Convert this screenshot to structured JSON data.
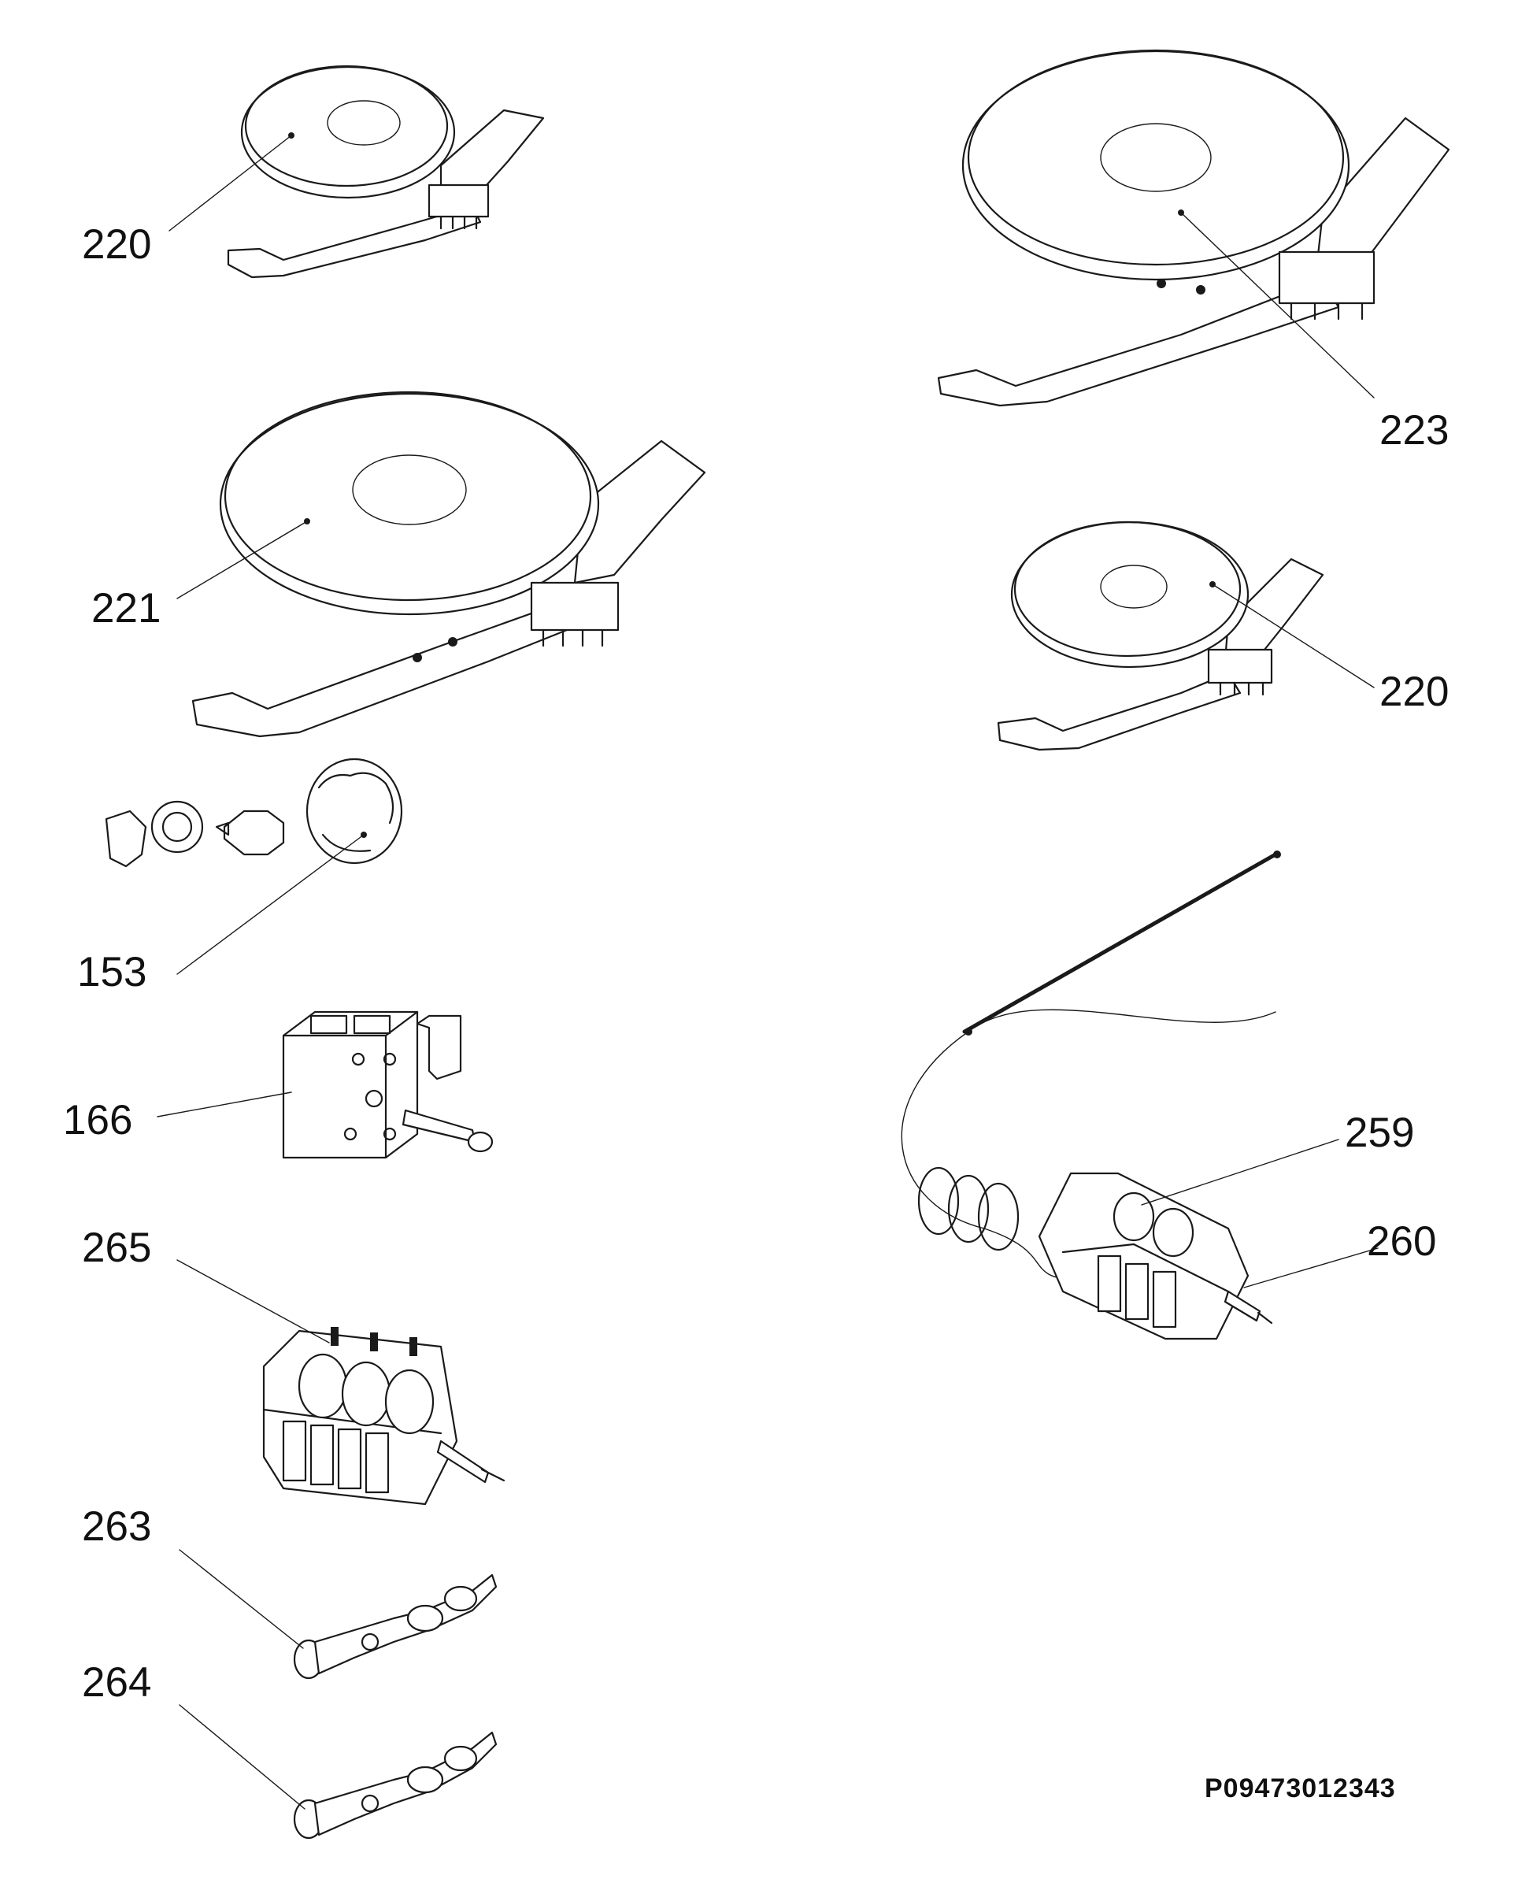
{
  "labels": {
    "l220a": "220",
    "l221": "221",
    "l153": "153",
    "l166": "166",
    "l265": "265",
    "l263": "263",
    "l264": "264",
    "l223": "223",
    "l220b": "220",
    "l259": "259",
    "l260": "260"
  },
  "reference_code": "P09473012343",
  "colors": {
    "line": "#1a1a1a",
    "background": "#ffffff"
  }
}
